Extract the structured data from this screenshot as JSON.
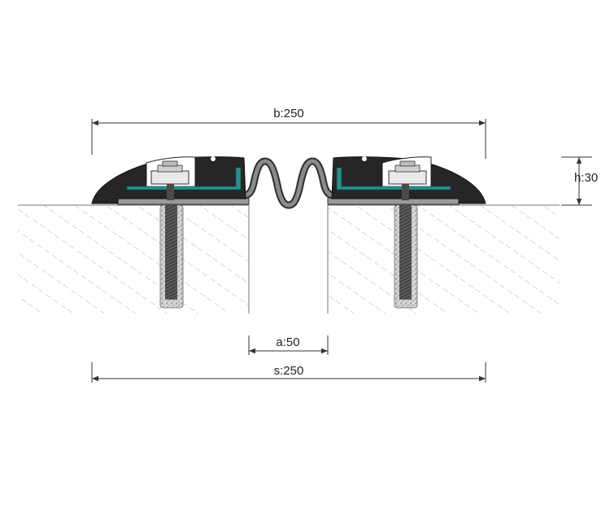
{
  "dimensions": {
    "b": "b:250",
    "h": "h:30",
    "a": "a:50",
    "s": "s:250"
  },
  "colors": {
    "profile": "#262626",
    "strip": "#2a8f8c",
    "bellows": "#8a8a8a",
    "plate": "#9a9a9a",
    "anchor_fill": "#bdbdbd",
    "concrete_hatch": "#999999",
    "dimension_line": "#333333"
  }
}
